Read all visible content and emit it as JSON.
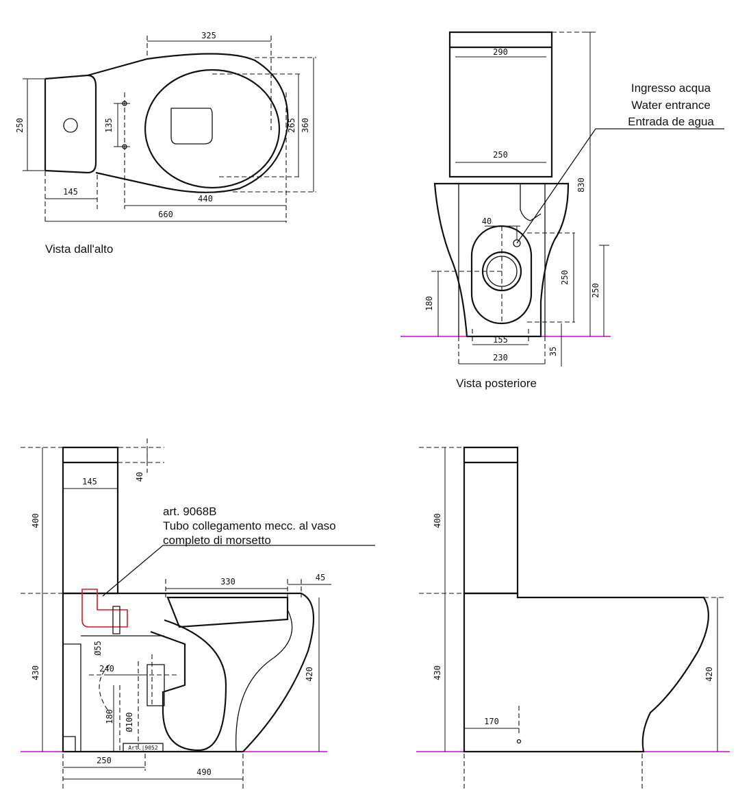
{
  "views": {
    "top": {
      "caption": "Vista dall'alto",
      "dims": {
        "d325": "325",
        "d250": "250",
        "d135": "135",
        "d145": "145",
        "d440": "440",
        "d660": "660",
        "d265": "265",
        "d360": "360"
      }
    },
    "rear": {
      "caption": "Vista posteriore",
      "dims": {
        "d290": "290",
        "d250w": "250",
        "d830": "830",
        "d40": "40",
        "d250h": "250",
        "d250r": "250",
        "d180": "180",
        "d155": "155",
        "d230": "230",
        "d35": "35"
      },
      "water_inlet_labels": [
        "Ingresso acqua",
        "Water entrance",
        "Entrada de agua"
      ]
    },
    "side_left": {
      "dims": {
        "d145": "145",
        "d40": "40",
        "d400": "400",
        "d330": "330",
        "d45": "45",
        "d55": "Ø55",
        "d240": "240",
        "d180": "180",
        "d100": "Ø100",
        "d430": "430",
        "d420": "420",
        "d250": "250",
        "d490": "490",
        "art9052": "Art.|9052"
      },
      "callout_lines": [
        "art. 9068B",
        "Tubo collegamento mecc. al vaso",
        "completo di morsetto"
      ]
    },
    "side_right": {
      "dims": {
        "d400": "400",
        "d430": "430",
        "d420": "420",
        "d170": "170"
      }
    }
  }
}
